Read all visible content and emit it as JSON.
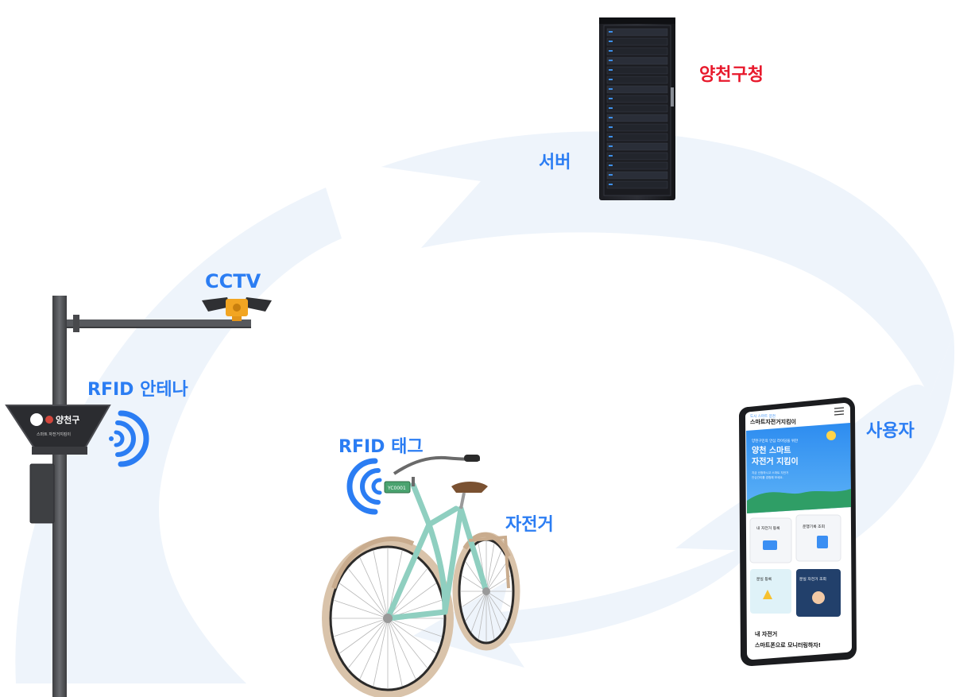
{
  "labels": {
    "district_office": "양천구청",
    "server": "서버",
    "cctv": "CCTV",
    "rfid_antenna": "RFID 안테나",
    "rfid_tag": "RFID 태그",
    "bicycle": "자전거",
    "user": "사용자"
  },
  "antenna_box": {
    "brand": "양천구",
    "subtitle": "스마트 자전거지킴이"
  },
  "bike_tag": {
    "code": "YC0001"
  },
  "phone": {
    "header_small": "도시 스마트 양천",
    "header_title": "스마트자전거지킴이",
    "hero_small": "양천구민의 안심 라이딩을 위한",
    "hero_title_1": "양천 스마트",
    "hero_title_2": "자전거 지킴이",
    "hero_desc_1": "지금 신청하시고 스마트 자전거",
    "hero_desc_2": "안심관리를 경험해 보세요.",
    "card1": "내 자전거 등록",
    "card2": "운행기록 조회",
    "card3": "분실 등록",
    "card4": "분실 자전거 조회",
    "footer_1": "내 자전거",
    "footer_2": "스마트폰으로 모니터링하자!"
  },
  "colors": {
    "accent_blue": "#2b7df3",
    "title_red": "#e8192c",
    "cycle_arrow": "#eef4fb"
  }
}
